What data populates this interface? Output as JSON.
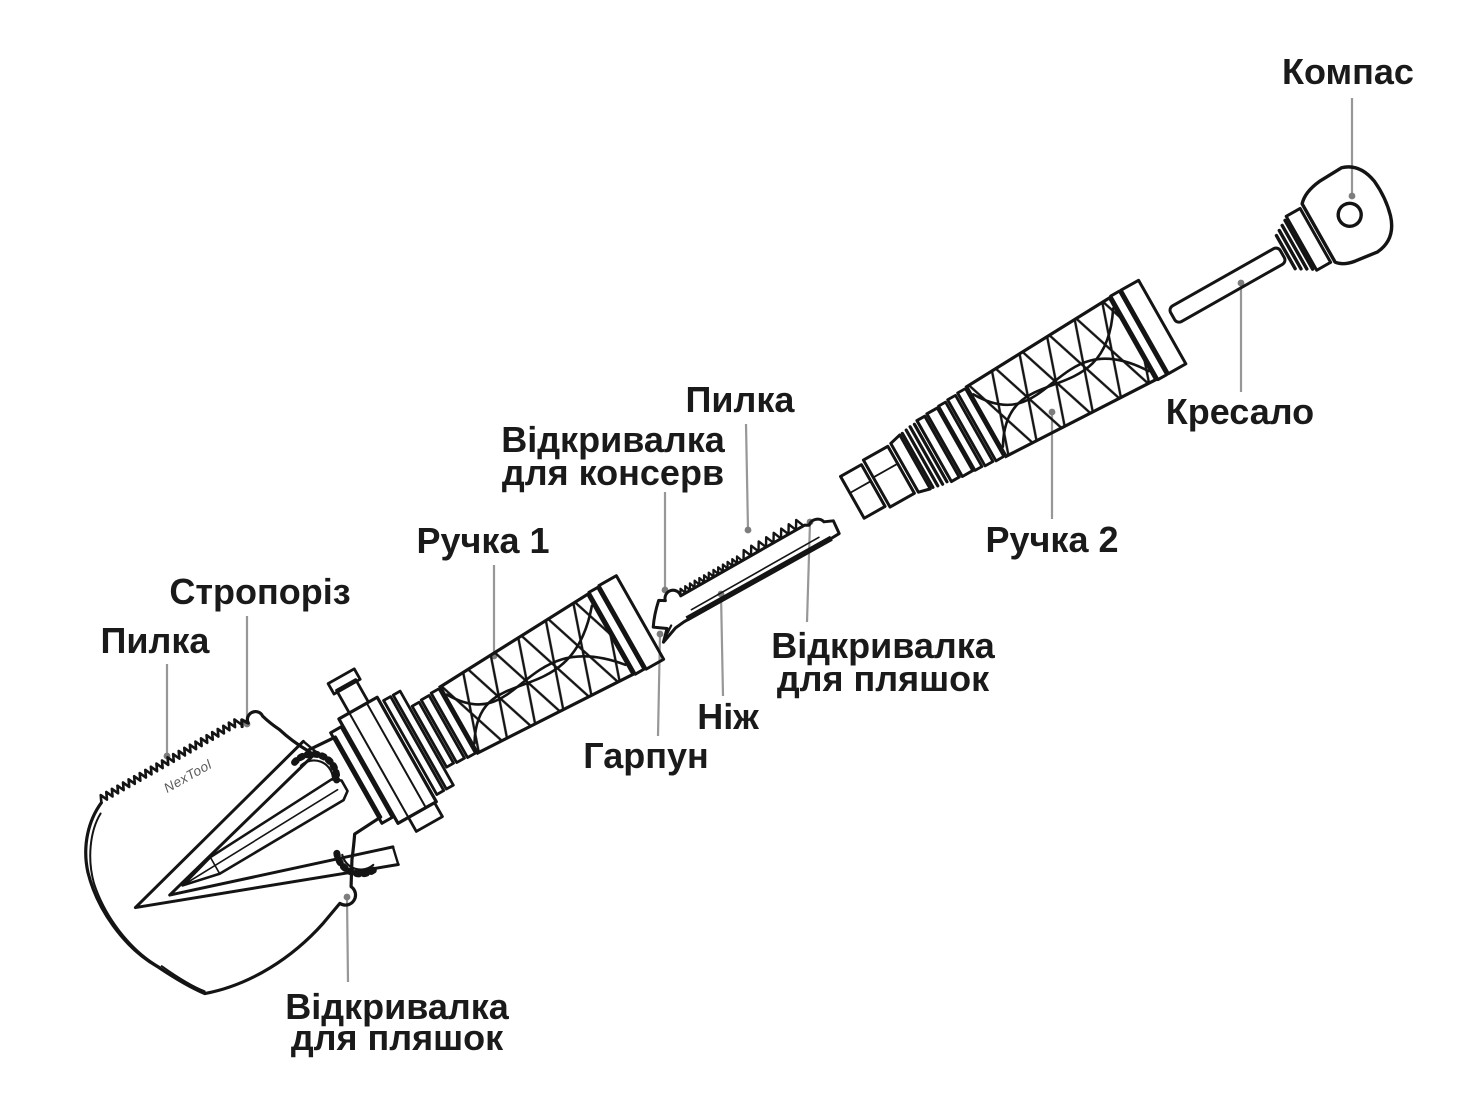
{
  "brand_text": "NexTool",
  "labels": {
    "compass": {
      "text": "Компас"
    },
    "fire_striker": {
      "text": "Кресало"
    },
    "handle2": {
      "text": "Ручка 2"
    },
    "saw_middle": {
      "text": "Пилка"
    },
    "can_opener": {
      "line1": "Відкривалка",
      "line2": "для консерв"
    },
    "handle1": {
      "text": "Ручка 1"
    },
    "bottle_opener_middle": {
      "line1": "Відкривалка",
      "line2": "для пляшок"
    },
    "knife": {
      "text": "Ніж"
    },
    "harpoon": {
      "text": "Гарпун"
    },
    "strap_cutter": {
      "text": "Стропоріз"
    },
    "saw_left": {
      "text": "Пилка"
    },
    "bottle_opener_bottom": {
      "line1": "Відкривалка",
      "line2": "для пляшок"
    }
  },
  "colors": {
    "ink": "#141414",
    "leader_line": "#979797",
    "leader_dot": "#7d7d7d",
    "label_text": "#1a1a1a",
    "background": "#ffffff"
  }
}
